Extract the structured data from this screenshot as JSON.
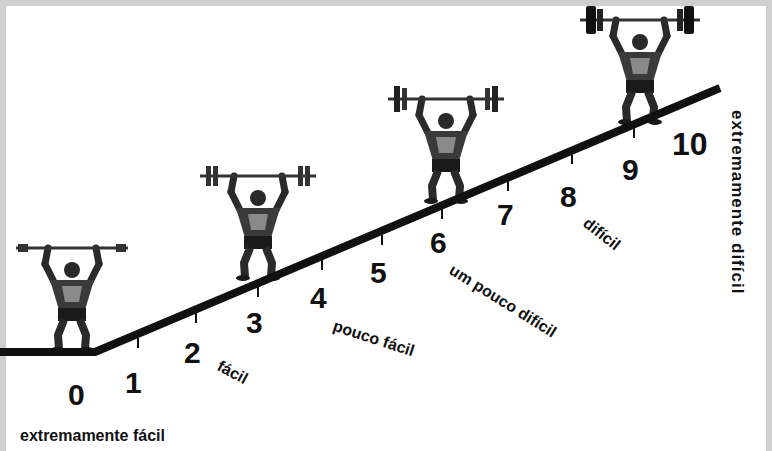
{
  "diagram": {
    "labels": [
      "0",
      "1",
      "2",
      "3",
      "4",
      "5",
      "6",
      "7",
      "8",
      "9",
      "10",
      "extremamente fácil",
      "fácil",
      "pouco fácil",
      "um pouco difícil",
      "difícil",
      "extremamente difícil"
    ]
  }
}
